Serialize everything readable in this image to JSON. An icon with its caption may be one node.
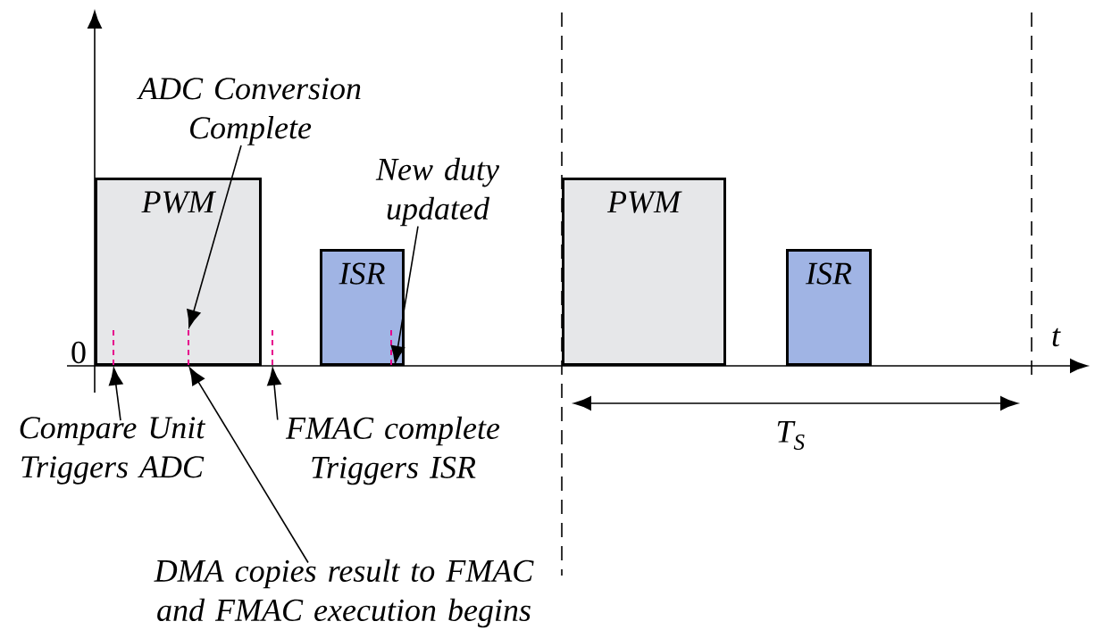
{
  "diagram": {
    "nodes": [
      {
        "text": [
          "PWM"
        ]
      },
      {
        "text": [
          "ISR"
        ]
      },
      {
        "text": [
          "PWM"
        ]
      },
      {
        "text": [
          "ISR"
        ]
      },
      {
        "text": [
          "ADC Conversion Complete"
        ]
      },
      {
        "text": [
          "New duty updated"
        ]
      },
      {
        "text": [
          "Compare Unit Triggers ADC"
        ]
      },
      {
        "text": [
          "FMAC complete Triggers ISR"
        ]
      },
      {
        "text": [
          "DMA copies result to FMAC and FMAC execution begins"
        ]
      },
      {
        "text": [],
        "shape": "bar",
        "in": 0
      },
      {
        "text": [],
        "shape": "bar",
        "in": 0
      },
      {
        "text": [],
        "shape": "bar"
      },
      {
        "text": [],
        "shape": "bar",
        "in": 1
      }
    ],
    "edges": [
      {
        "from": 4,
        "to": 10,
        "arrow": "to"
      },
      {
        "from": 5,
        "to": 12,
        "arrow": "to"
      },
      {
        "from": 6,
        "to": 9,
        "arrow": "to"
      },
      {
        "from": 8,
        "to": 10,
        "arrow": "to"
      },
      {
        "from": 7,
        "to": 11,
        "arrow": "to"
      }
    ],
    "labels": [
      "0",
      "t",
      "T$_{S}$"
    ]
  }
}
